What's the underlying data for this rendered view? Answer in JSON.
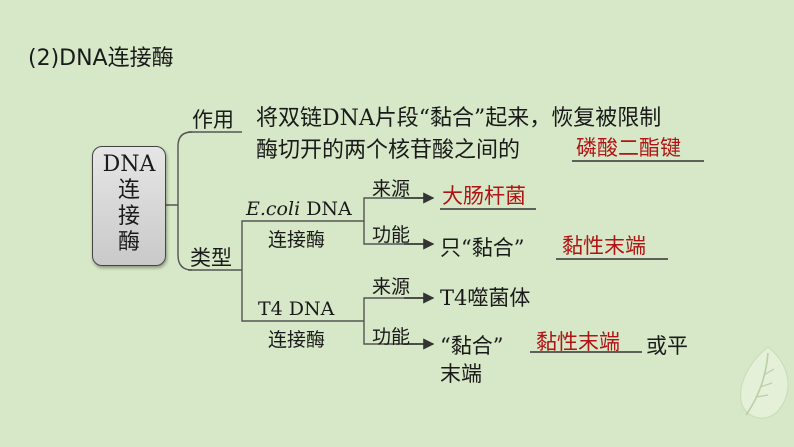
{
  "heading": "(2)DNA连接酶",
  "root": {
    "line1": "DNA",
    "line2": "连",
    "line3": "接",
    "line4": "酶"
  },
  "function": {
    "label": "作用",
    "text_line1": "将双链DNA片段“黏合”起来，恢复被限制",
    "text_line2": "酶切开的两个核苷酸之间的",
    "answer": "磷酸二酯键"
  },
  "types": {
    "label": "类型",
    "ecoli": {
      "name_italic": "E.coli",
      "name_rest": " DNA",
      "name_line2": "连接酶",
      "source_label": "来源",
      "source_answer": "大肠杆菌",
      "function_label": "功能",
      "function_text": "只“黏合”",
      "function_answer": "黏性末端"
    },
    "t4": {
      "name_line1": "T4 DNA",
      "name_line2": "连接酶",
      "source_label": "来源",
      "source_text": "T4噬菌体",
      "function_label": "功能",
      "function_text": "“黏合”",
      "function_answer": "黏性末端",
      "function_suffix": "或平",
      "function_suffix_line2": "末端"
    }
  },
  "colors": {
    "background": "#d6e8c7",
    "answer": "#b01515",
    "line": "#333333"
  },
  "icons": [
    "leaf-icon"
  ]
}
